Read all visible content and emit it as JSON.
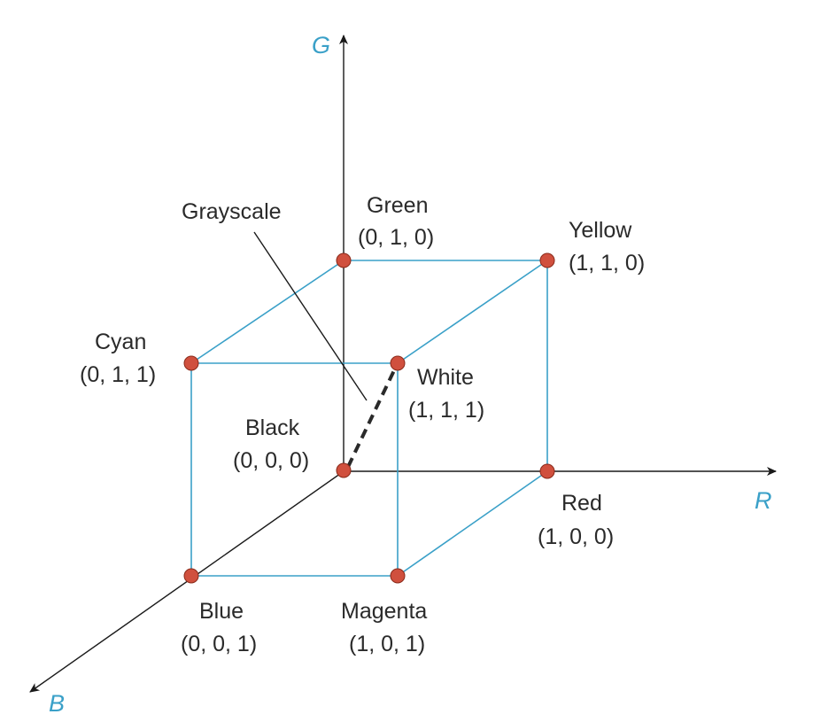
{
  "colors": {
    "edge": "#3aa0c8",
    "vertex": "#d0503e",
    "axis_label": "#3aa0c8",
    "axis": "#1a1a1a",
    "text": "#2a2a2a"
  },
  "axes": {
    "g_label": "G",
    "r_label": "R",
    "b_label": "B"
  },
  "grayscale_label": "Grayscale",
  "vertices": {
    "black": {
      "name": "Black",
      "coords": "(0, 0, 0)"
    },
    "red": {
      "name": "Red",
      "coords": "(1, 0, 0)"
    },
    "green": {
      "name": "Green",
      "coords": "(0, 1, 0)"
    },
    "blue": {
      "name": "Blue",
      "coords": "(0, 0, 1)"
    },
    "yellow": {
      "name": "Yellow",
      "coords": "(1, 1, 0)"
    },
    "cyan": {
      "name": "Cyan",
      "coords": "(0, 1, 1)"
    },
    "magenta": {
      "name": "Magenta",
      "coords": "(1, 0, 1)"
    },
    "white": {
      "name": "White",
      "coords": "(1, 1, 1)"
    }
  }
}
